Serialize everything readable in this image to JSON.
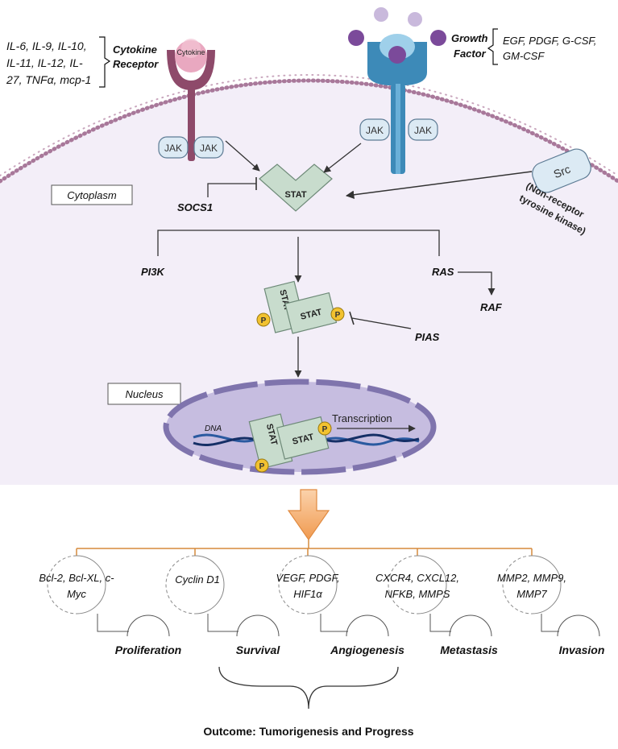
{
  "cytokine_ligands": {
    "line1": "IL-6, IL-9, IL-10,",
    "line2": "IL-11, IL-12,   IL-",
    "line3": "27, TNFα, mcp-1"
  },
  "cytokine_receptor": {
    "line1": "Cytokine",
    "line2": "Receptor",
    "ligand_label": "Cytokine"
  },
  "growth_factor": {
    "line1": "Growth",
    "line2": "Factor"
  },
  "growth_factor_ligands": {
    "line1": "EGF, PDGF, G-CSF,",
    "line2": "GM-CSF"
  },
  "jak_label": "JAK",
  "stat_label": "STAT",
  "p_label": "P",
  "cytoplasm_label": "Cytoplasm",
  "socs1_label": "SOCS1",
  "src": {
    "label": "Src",
    "line1": "(Non-receptor",
    "line2": "tyrosine kinase)"
  },
  "pi3k_label": "PI3K",
  "ras_label": "RAS",
  "raf_label": "RAF",
  "pias_label": "PIAS",
  "nucleus_label": "Nucleus",
  "dna_label": "DNA",
  "transcription_label": "Transcription",
  "targets": [
    {
      "line1": "Bcl-2, Bcl-XL, c-",
      "line2": "Myc"
    },
    {
      "line1": "Cyclin D1",
      "line2": ""
    },
    {
      "line1": "VEGF, PDGF,",
      "line2": "HIF1α"
    },
    {
      "line1": "CXCR4, CXCL12,",
      "line2": "NFKB, MMPS"
    },
    {
      "line1": "MMP2, MMP9,",
      "line2": "MMP7"
    }
  ],
  "outcomes": [
    "Proliferation",
    "Survival",
    "Angiogenesis",
    "Metastasis",
    "Invasion"
  ],
  "outcome_summary": "Outcome: Tumorigenesis and Progress",
  "colors": {
    "cell": "#f2eef8",
    "membrane": "#a8789a",
    "receptor": "#8e4a6a",
    "growth_receptor": "#3d8ab8",
    "ligand": "#7b4a9a",
    "nucleus": "#c6bde0",
    "box": "#c8dccd",
    "phospho": "#f2c230",
    "bracket": "#d68a3c",
    "arrow": "#f4a862"
  }
}
